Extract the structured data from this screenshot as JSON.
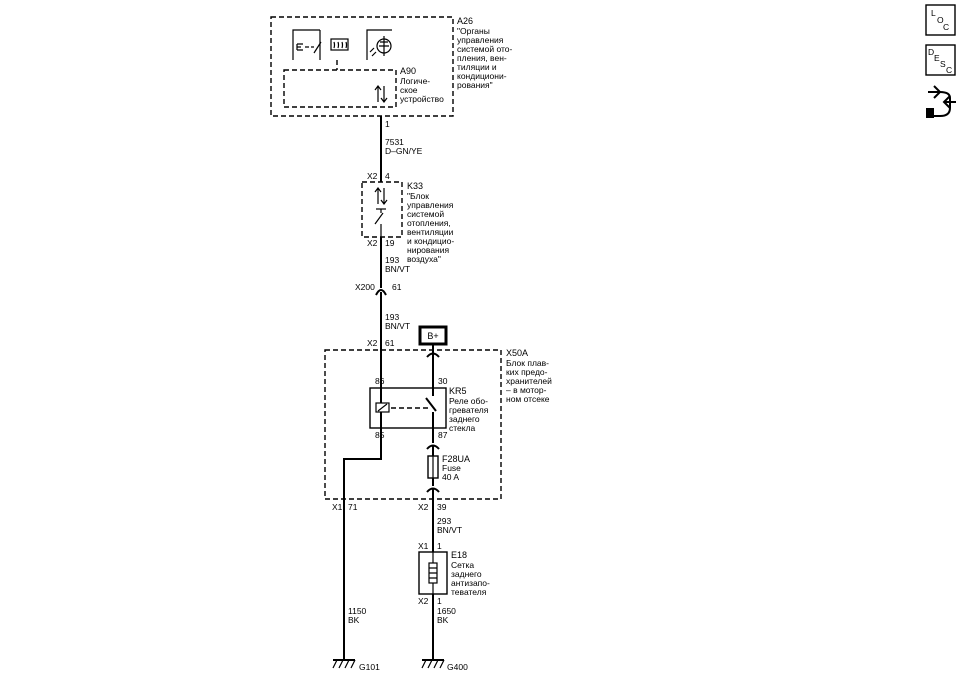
{
  "side_icons": [
    {
      "name": "loc",
      "letters": [
        "L",
        "O",
        "C"
      ]
    },
    {
      "name": "desc",
      "letters": [
        "D",
        "E",
        "S",
        "C"
      ]
    }
  ],
  "components": {
    "a26": {
      "ref": "A26",
      "lines": [
        "\"Органы",
        "управления",
        "системой ото-",
        "пления, вен-",
        "тиляции и",
        "кондициони-",
        "рования\""
      ]
    },
    "a90": {
      "ref": "A90",
      "lines": [
        "Логиче-",
        "ское",
        "устройство"
      ]
    },
    "k33": {
      "ref": "K33",
      "lines": [
        "\"Блок",
        "управления",
        "системой",
        "отопления,",
        "вентиляции",
        "и кондицио-",
        "нирования",
        "воздуха\""
      ]
    },
    "x50a": {
      "ref": "X50A",
      "lines": [
        "Блок плав-",
        "ких предо-",
        "хранителей",
        "– в мотор-",
        "ном отсеке"
      ]
    },
    "kr5": {
      "ref": "KR5",
      "lines": [
        "Реле обо-",
        "гревателя",
        "заднего",
        "стекла"
      ]
    },
    "f28ua": {
      "ref": "F28UA",
      "lines": [
        "Fuse",
        "40 A"
      ]
    },
    "e18": {
      "ref": "E18",
      "lines": [
        "Сетка",
        "заднего",
        "антизапо-",
        "тевателя"
      ]
    },
    "bplus": {
      "label": "B+"
    },
    "g101": {
      "ref": "G101"
    },
    "g400": {
      "ref": "G400"
    }
  },
  "wires": {
    "w7531": {
      "circuit": "7531",
      "color": "D–GN/YE"
    },
    "w193a": {
      "circuit": "193",
      "color": "BN/VT"
    },
    "w193b": {
      "circuit": "193",
      "color": "BN/VT"
    },
    "w293": {
      "circuit": "293",
      "color": "BN/VT"
    },
    "w1150": {
      "circuit": "1150",
      "color": "BK"
    },
    "w1650": {
      "circuit": "1650",
      "color": "BK"
    }
  },
  "connectors": {
    "a26_pin": "1",
    "k33_top_conn": "X2",
    "k33_top_pin": "4",
    "k33_bot_conn": "X2",
    "k33_bot_pin": "19",
    "x200_conn": "X200",
    "x200_pin": "61",
    "x50a_in_conn": "X2",
    "x50a_in_pin": "61",
    "kr5_86": "86",
    "kr5_85": "85",
    "kr5_30": "30",
    "kr5_87": "87",
    "x50a_out1_conn": "X1",
    "x50a_out1_pin": "71",
    "x50a_out2_conn": "X2",
    "x50a_out2_pin": "39",
    "e18_top_conn": "X1",
    "e18_top_pin": "1",
    "e18_bot_conn": "X2",
    "e18_bot_pin": "1"
  }
}
